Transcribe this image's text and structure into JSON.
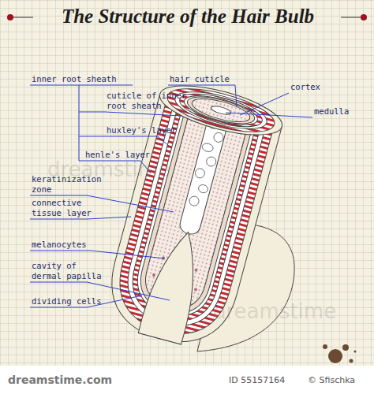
{
  "diagram": {
    "title": "The Structure of the Hair Bulb",
    "labels": [
      "inner root sheath",
      "cuticle of inner root sheath",
      "huxley's layer",
      "henle's layer",
      "keratinization zone",
      "connective tissue layer",
      "melanocytes",
      "cavity of dermal papilla",
      "dividing cells",
      "hair cuticle",
      "cortex",
      "medulla",
      "dreamstime",
      "dreamstime",
      "dreamstime.com",
      "ID 55157164",
      "© Sfischka"
    ]
  }
}
